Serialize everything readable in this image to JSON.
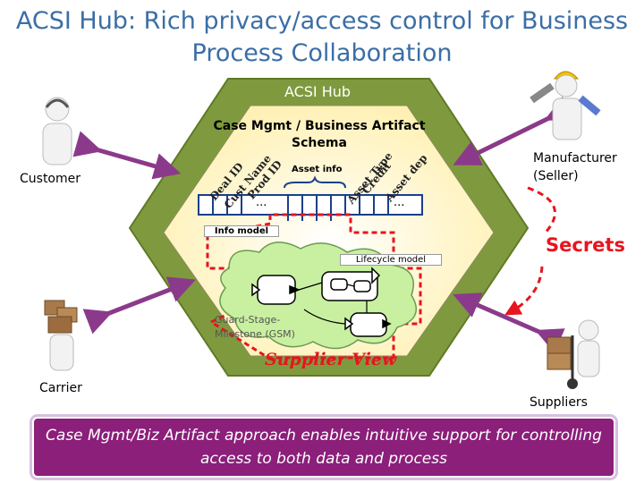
{
  "title": "ACSI Hub: Rich privacy/access control for Business Process Collaboration",
  "hub": {
    "label": "ACSI Hub",
    "schema_title": "Case Mgmt / Business Artifact Schema"
  },
  "info_model": {
    "attributes_left": [
      "Deal ID",
      "Cust Name",
      "Prod ID"
    ],
    "asset_info": "Asset info",
    "attributes_right": [
      "Asset Type",
      "Credit",
      "Asset dep"
    ],
    "ellipsis": "...",
    "label": "Info model"
  },
  "lifecycle": {
    "label": "Lifecycle model",
    "gsm_label": "Guard-Stage-Milestone (GSM)"
  },
  "supplier_view": "Supplier View",
  "secrets": "Secrets",
  "parties": {
    "customer": "Customer",
    "manufacturer": "Manufacturer (Seller)",
    "carrier": "Carrier",
    "suppliers": "Suppliers"
  },
  "banner": "Case Mgmt/Biz Artifact approach enables intuitive support for controlling access to both data and process",
  "colors": {
    "title": "#3b6ea5",
    "outer_hexagon": "#7f9a3e",
    "inner_hexagon": "#fff0b0",
    "arrows": "#8b3a8b",
    "highlight": "#e8141e",
    "banner": "#8b1f7a",
    "cloud": "#c8f0a0"
  }
}
